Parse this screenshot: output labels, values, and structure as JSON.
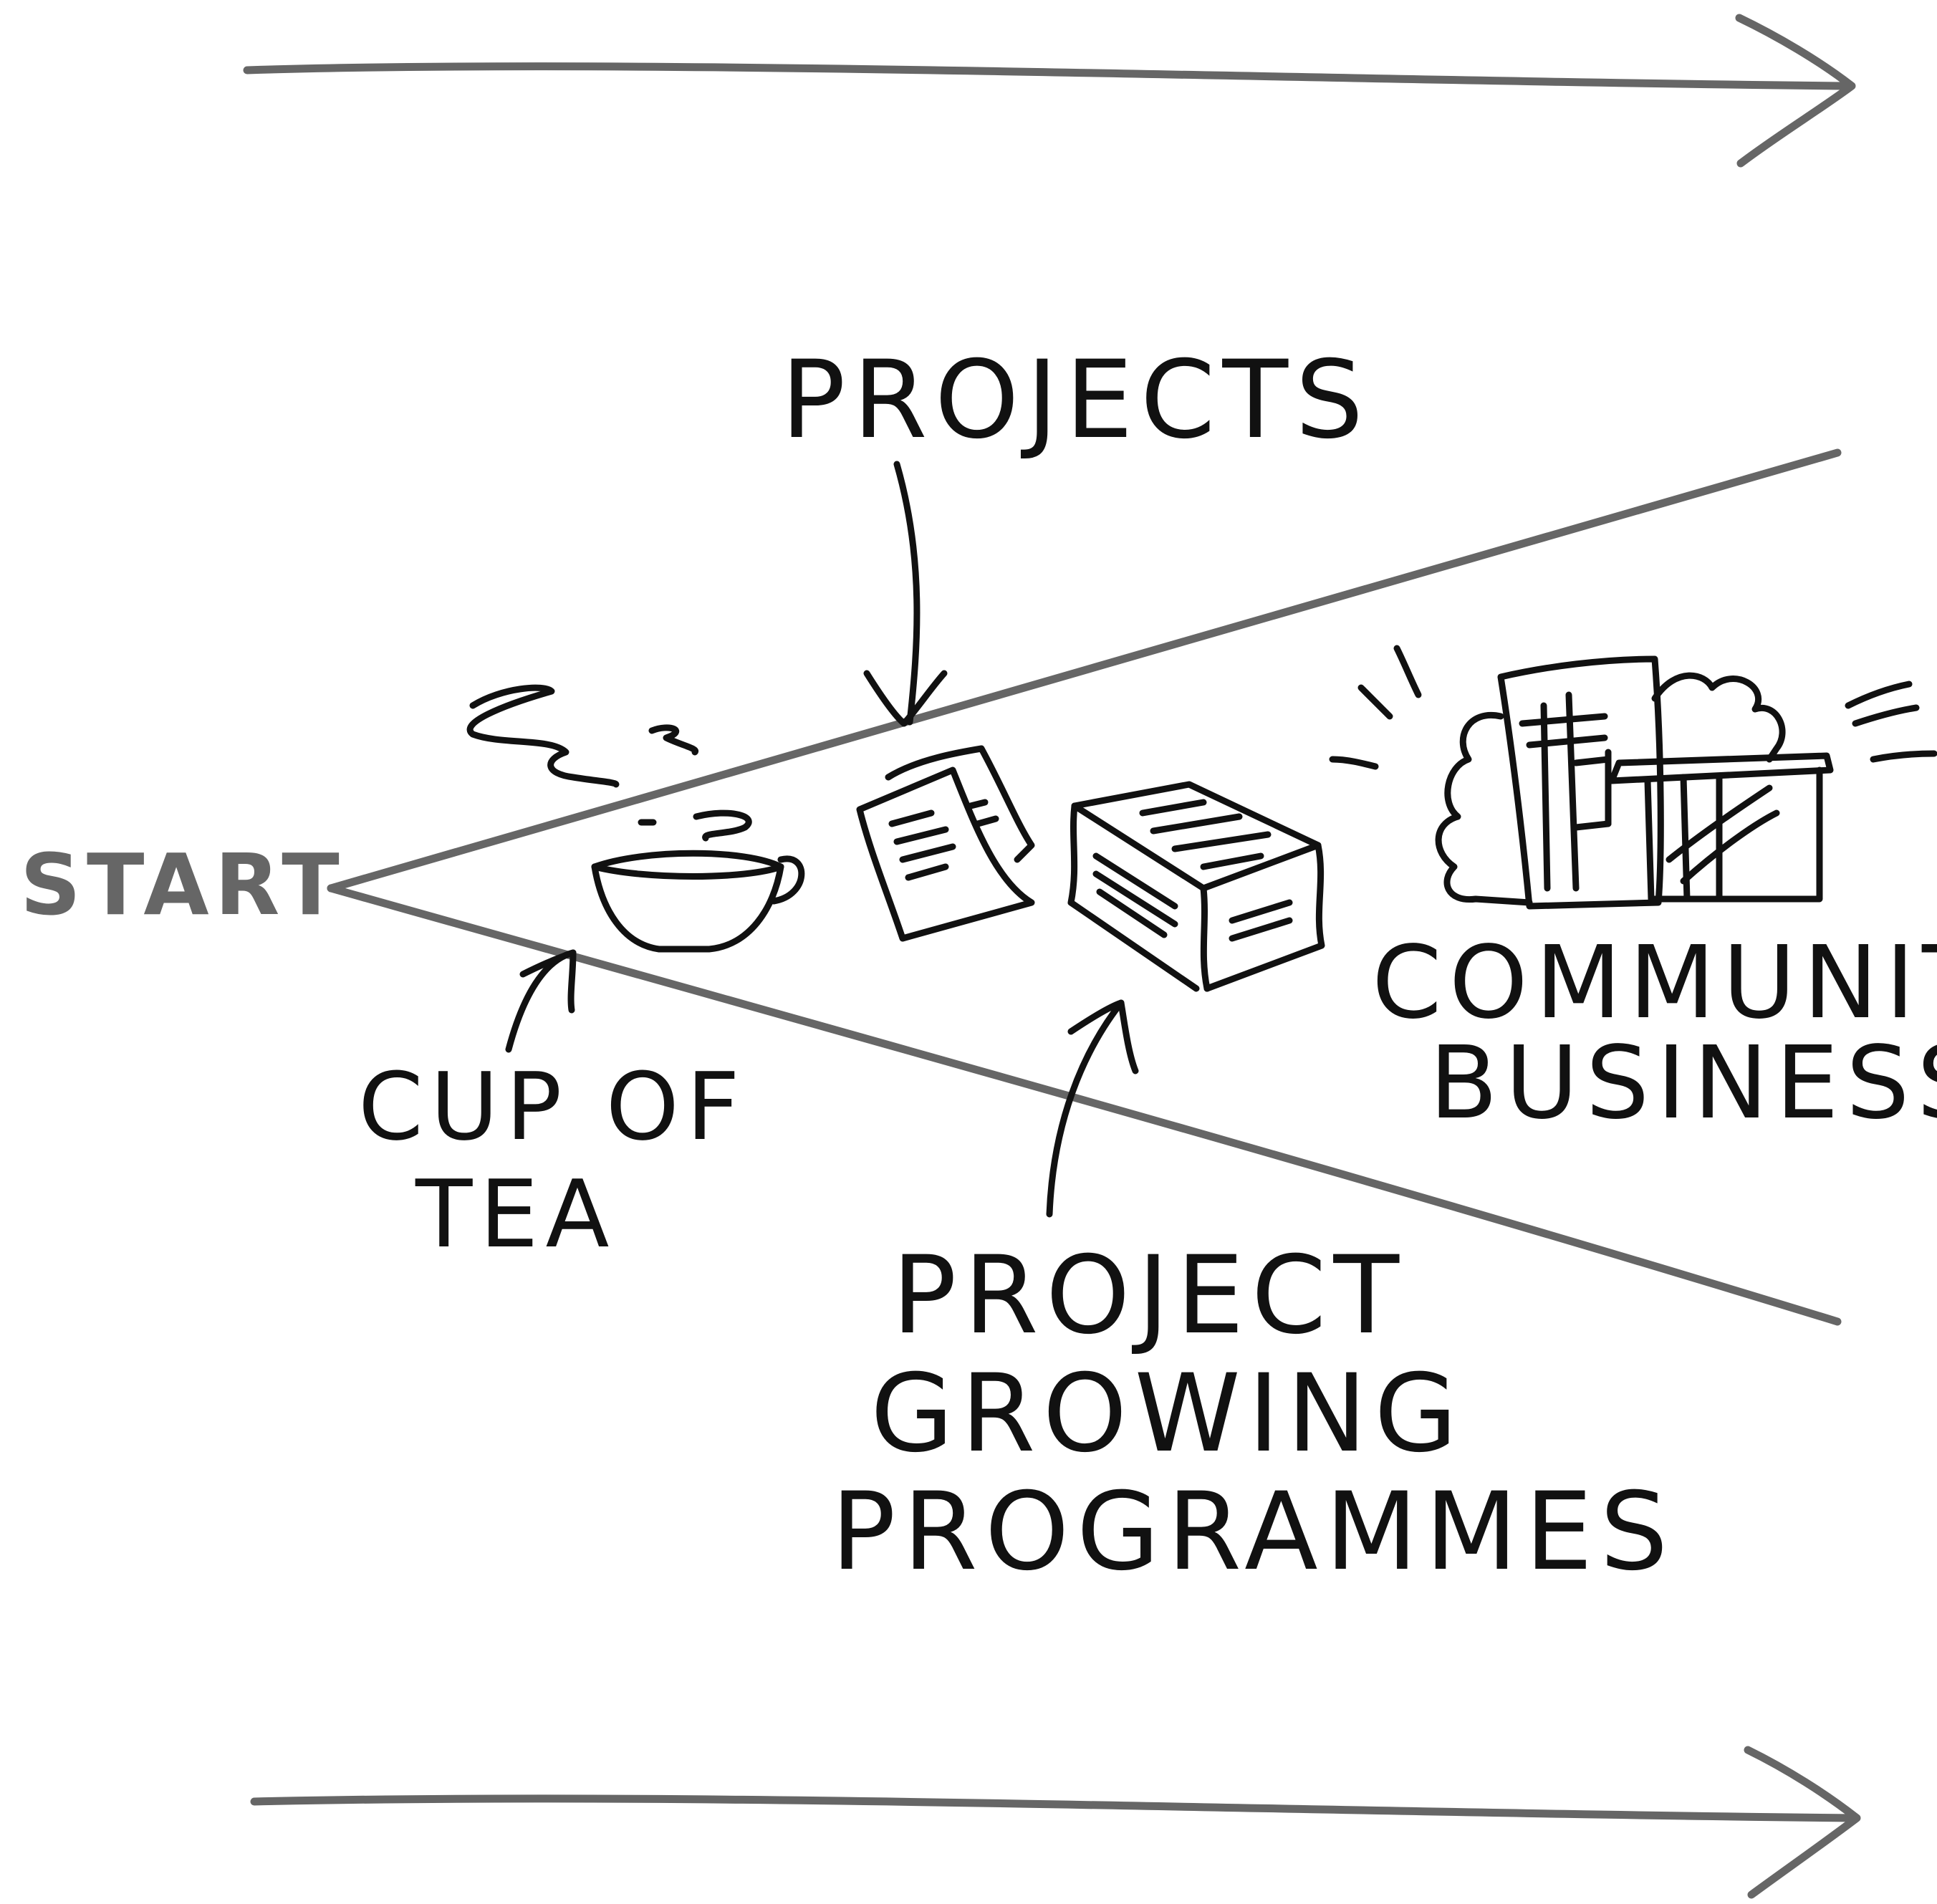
{
  "colors": {
    "ink": "#111111",
    "guide": "#666666",
    "background": "#ffffff"
  },
  "labels": {
    "start": "START",
    "projects": "PROJECTS",
    "cup_of_tea": [
      "CUP OF",
      "TEA"
    ],
    "project_growing_programmes": [
      "PROJECT",
      "GROWING",
      "PROGRAMMES"
    ],
    "community_business": [
      "COMMUNITY",
      "BUSINESS"
    ]
  },
  "icons": {
    "stage_1": "teacup-icon",
    "stage_2": "documents-icon",
    "stage_3": "paper-stack-icon",
    "stage_4": "buildings-icon"
  }
}
